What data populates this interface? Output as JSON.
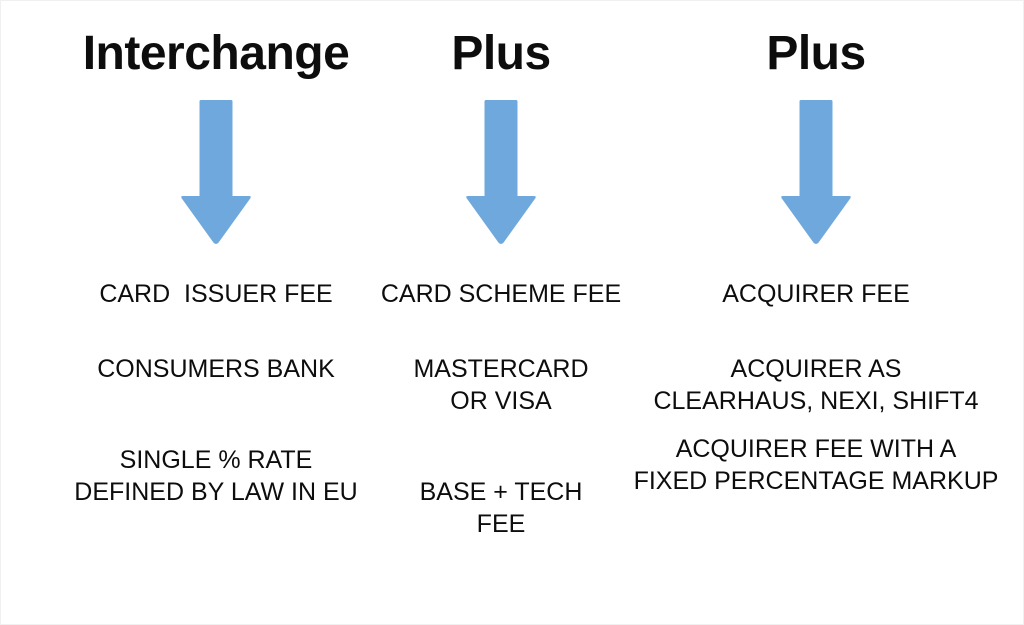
{
  "diagram": {
    "title_parts": [
      "Interchange",
      "Plus",
      "Plus"
    ],
    "background_color": "#ffffff",
    "text_color": "#0d0d0d",
    "arrow_color": "#6FA8DC",
    "columns": [
      {
        "heading": "Interchange",
        "arrow": "down-arrow",
        "fee_label": "CARD  ISSUER FEE",
        "entity_label": "CONSUMERS BANK",
        "pricing_label": "SINGLE % RATE\nDEFINED BY LAW IN EU"
      },
      {
        "heading": "Plus",
        "arrow": "down-arrow",
        "fee_label": "CARD SCHEME FEE",
        "entity_label": "MASTERCARD OR VISA",
        "pricing_label": "BASE + TECH\nFEE"
      },
      {
        "heading": "Plus",
        "arrow": "down-arrow",
        "fee_label": "ACQUIRER FEE",
        "entity_label": "ACQUIRER AS\nCLEARHAUS, NEXI, SHIFT4",
        "pricing_label": "ACQUIRER FEE WITH A\nFIXED PERCENTAGE MARKUP"
      }
    ]
  }
}
